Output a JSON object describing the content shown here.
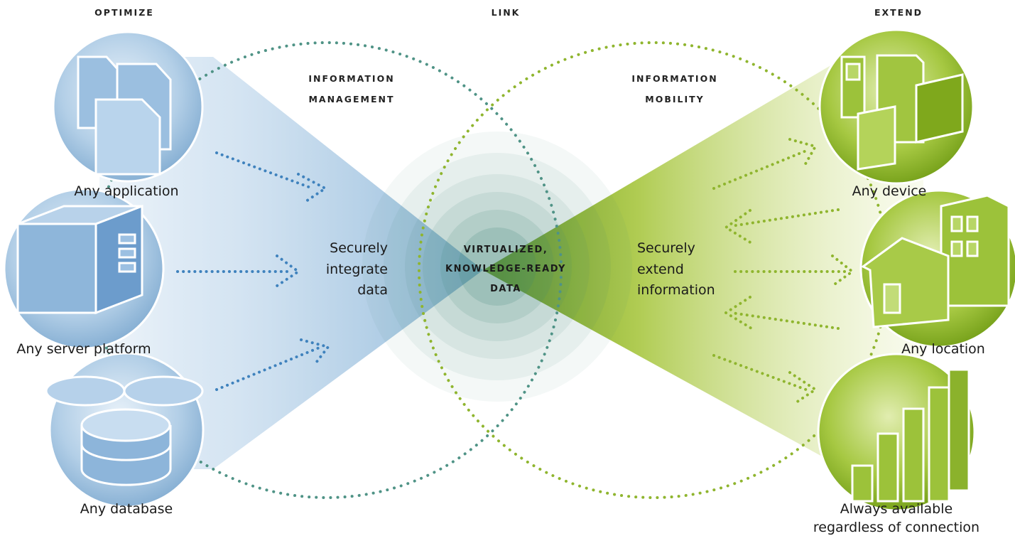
{
  "headers": {
    "optimize": "OPTIMIZE",
    "link": "LINK",
    "extend": "EXTEND"
  },
  "sections": {
    "info_management_line1": "INFORMATION",
    "info_management_line2": "MANAGEMENT",
    "info_mobility_line1": "INFORMATION",
    "info_mobility_line2": "MOBILITY"
  },
  "center": {
    "line1": "VIRTUALIZED,",
    "line2": "KNOWLEDGE-READY",
    "line3": "DATA"
  },
  "middle_left": {
    "line1": "Securely",
    "line2": "integrate",
    "line3": "data"
  },
  "middle_right": {
    "line1": "Securely",
    "line2": "extend",
    "line3": "information"
  },
  "left_items": {
    "application": "Any application",
    "server": "Any server platform",
    "database": "Any database"
  },
  "right_items": {
    "device": "Any device",
    "location": "Any location",
    "always_line1": "Always available",
    "always_line2": "regardless of connection"
  },
  "icons": {
    "documents": "documents-icon",
    "server": "server-icon",
    "database": "database-icon",
    "devices": "devices-icon",
    "buildings": "buildings-icon",
    "bar_chart": "bar-chart-icon"
  },
  "colors": {
    "blue": "#5b95c6",
    "blue_light": "#c7dcee",
    "green": "#8fb51e",
    "green_light": "#e2ecb8",
    "teal_dots": "#4f9386",
    "green_dots": "#8fb52e",
    "center_ring": "#3f8576"
  }
}
